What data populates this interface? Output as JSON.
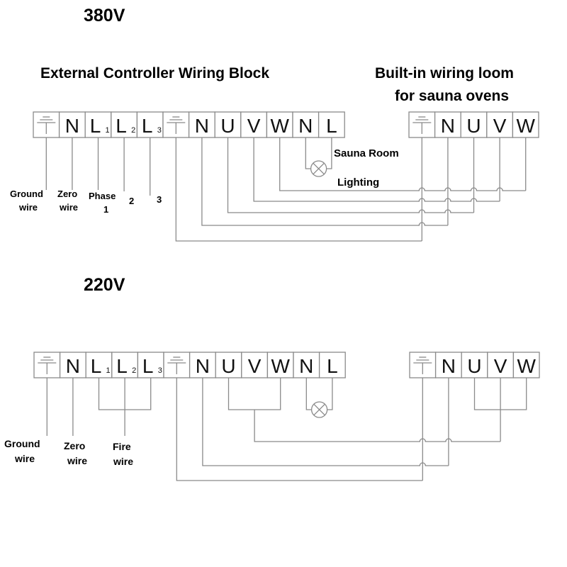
{
  "section_380": {
    "title": "380V",
    "controller_title": "External Controller Wiring Block",
    "loom_title_line1": "Built-in wiring loom",
    "loom_title_line2": "for sauna ovens",
    "labels": {
      "ground_1": "Ground",
      "ground_2": "wire",
      "zero_1": "Zero",
      "zero_2": "wire",
      "phase_1": "Phase",
      "phase_num1": "1",
      "phase_num2": "2",
      "phase_num3": "3",
      "lamp_1": "Sauna Room",
      "lamp_2": "Lighting"
    }
  },
  "section_220": {
    "title": "220V",
    "labels": {
      "ground_1": "Ground",
      "ground_2": "wire",
      "zero_1": "Zero",
      "zero_2": "wire",
      "fire_1": "Fire",
      "fire_2": "wire"
    }
  },
  "controller_terminals": [
    {
      "main": "",
      "sub": "",
      "icon": "ground-icon"
    },
    {
      "main": "N",
      "sub": ""
    },
    {
      "main": "L",
      "sub": "1"
    },
    {
      "main": "L",
      "sub": "2"
    },
    {
      "main": "L",
      "sub": "3"
    },
    {
      "main": "",
      "sub": "",
      "icon": "ground-icon"
    },
    {
      "main": "N",
      "sub": ""
    },
    {
      "main": "U",
      "sub": ""
    },
    {
      "main": "V",
      "sub": ""
    },
    {
      "main": "W",
      "sub": ""
    },
    {
      "main": "N",
      "sub": ""
    },
    {
      "main": "L",
      "sub": ""
    }
  ],
  "loom_terminals": [
    {
      "main": "",
      "sub": "",
      "icon": "ground-icon"
    },
    {
      "main": "N",
      "sub": ""
    },
    {
      "main": "U",
      "sub": ""
    },
    {
      "main": "V",
      "sub": ""
    },
    {
      "main": "W",
      "sub": ""
    }
  ],
  "colors": {
    "wire": "#8a8a8a",
    "text": "#000000"
  }
}
